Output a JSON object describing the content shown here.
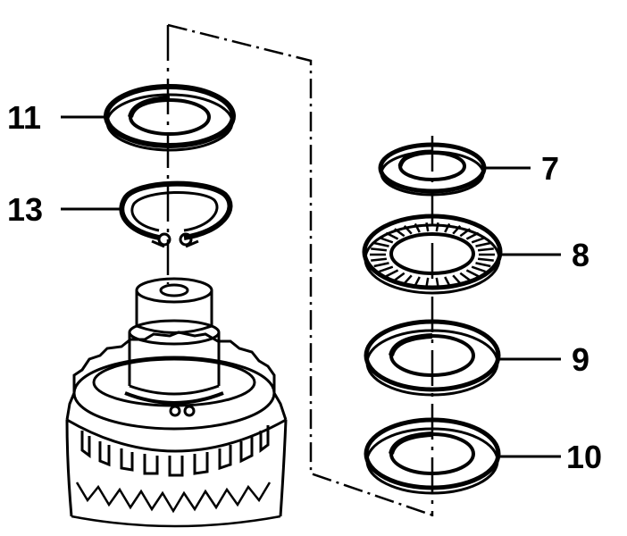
{
  "callouts": [
    {
      "id": "11",
      "label": "11"
    },
    {
      "id": "13",
      "label": "13"
    },
    {
      "id": "7",
      "label": "7"
    },
    {
      "id": "8",
      "label": "8"
    },
    {
      "id": "9",
      "label": "9"
    },
    {
      "id": "10",
      "label": "10"
    }
  ],
  "colors": {
    "ink": "#000000",
    "paper": "#ffffff"
  }
}
